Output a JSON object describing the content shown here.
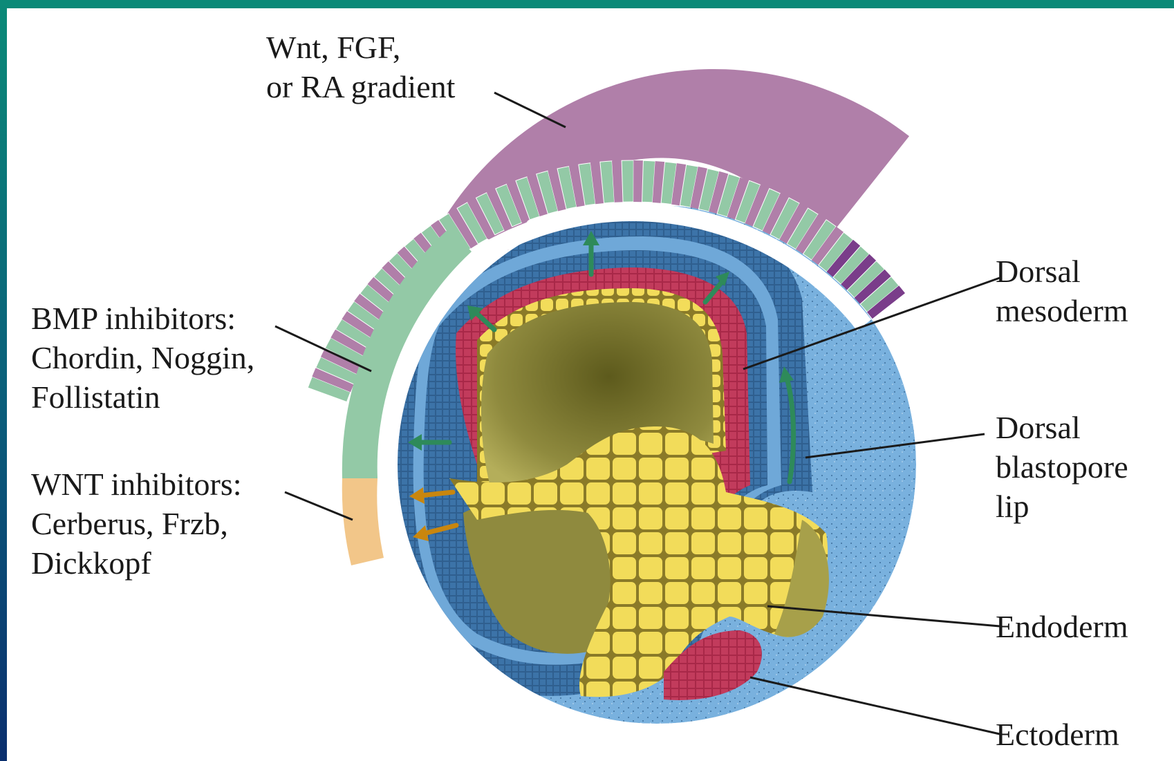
{
  "colors": {
    "gradient_band": "#b07fa9",
    "bmp_band": "#93c9a6",
    "wnt_band": "#f2c689",
    "ectoderm_dark": "#2f5f8f",
    "ectoderm_light": "#6fa8d8",
    "mesoderm": "#b3304f",
    "endoderm_yolk": "#f2dc5a",
    "archenteron": "#6f6a2a",
    "green_arrow": "#2e8a5a",
    "orange_arrow": "#c9860e"
  },
  "labels": {
    "gradient": [
      "Wnt, FGF,",
      "or RA gradient"
    ],
    "bmp": [
      "BMP inhibitors:",
      "Chordin, Noggin,",
      "Follistatin"
    ],
    "wnt": [
      "WNT inhibitors:",
      "Cerberus, Frzb,",
      "Dickkopf"
    ],
    "dorsal_mesoderm": [
      "Dorsal",
      "mesoderm"
    ],
    "blastopore_lip": [
      "Dorsal",
      "blastopore",
      "lip"
    ],
    "endoderm": "Endoderm",
    "ectoderm": "Ectoderm"
  },
  "icons": {
    "green_arrows": "arrow-icon",
    "orange_arrows": "arrow-icon"
  }
}
